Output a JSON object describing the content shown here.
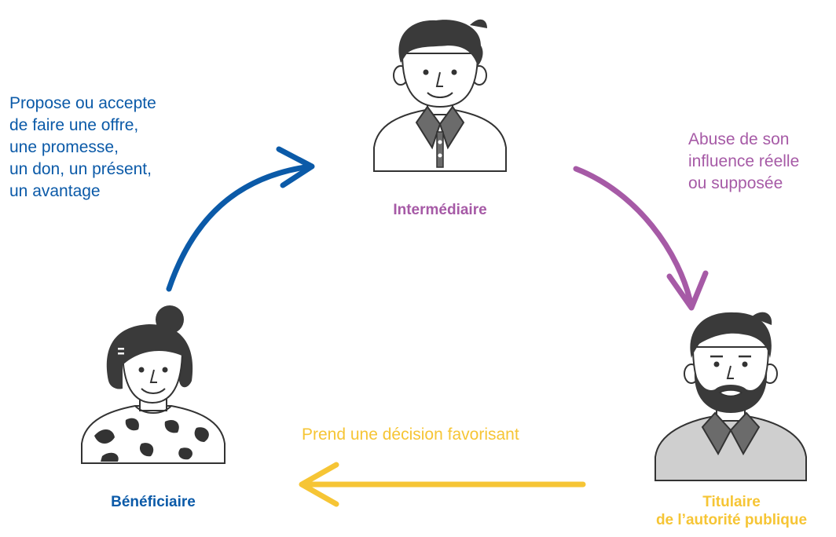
{
  "diagram": {
    "actors": {
      "intermediaire": {
        "label": "Intermédiaire",
        "figure": "man-with-collared-shirt-icon"
      },
      "beneficiaire": {
        "label": "Bénéficiaire",
        "figure": "woman-with-bun-icon"
      },
      "titulaire": {
        "label_line1": "Titulaire",
        "label_line2": "de l’autorité publique",
        "figure": "bearded-man-icon"
      }
    },
    "flows": {
      "propose": {
        "lines": [
          "Propose ou accepte",
          "de faire une offre,",
          "une promesse,",
          "un don, un présent,",
          "un avantage"
        ],
        "color": "#0b5aa8"
      },
      "abuse": {
        "lines": [
          "Abuse de son",
          "influence réelle",
          "ou supposée"
        ],
        "color": "#a65aa6"
      },
      "decision": {
        "lines": [
          "Prend une décision favorisant"
        ],
        "color": "#f6c535"
      }
    },
    "colors": {
      "intermediaire_label": "#a65aa6",
      "beneficiaire_label": "#0b5aa8",
      "titulaire_label": "#f6c535",
      "outline": "#333333",
      "hair": "#3a3a3a",
      "collar": "#6b6b6b",
      "sweater": "#cfcfcf"
    }
  }
}
